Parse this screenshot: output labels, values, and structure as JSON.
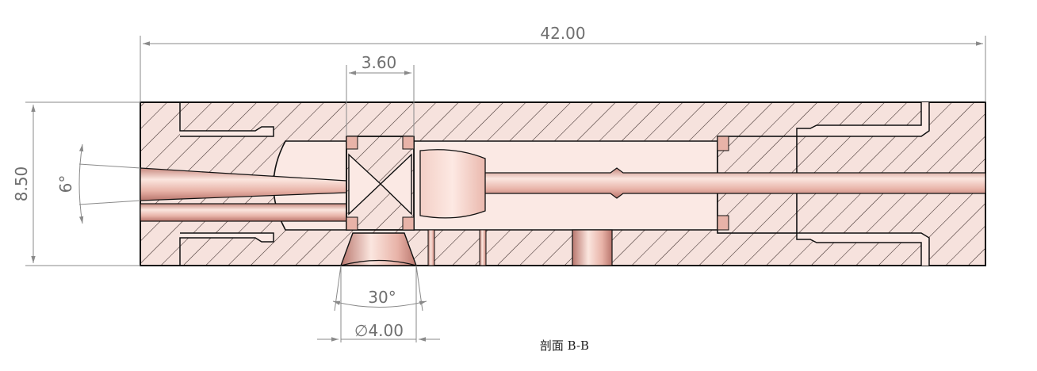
{
  "drawing": {
    "caption": "剖面 B-B",
    "dimensions": {
      "overall_length": "42.00",
      "center_width": "3.60",
      "overall_height": "8.50",
      "taper_angle": "6°",
      "cone_angle": "30°",
      "bore_diameter": "∅4.00"
    }
  },
  "colors": {
    "body_fill": "#f6e2dd",
    "hatch": "#3a2a28",
    "outline": "#111111",
    "copper_light": "#f8dcd4",
    "copper_mid": "#e6aea3",
    "copper_dark": "#b9766d",
    "dimension": "#8a8a8a"
  }
}
